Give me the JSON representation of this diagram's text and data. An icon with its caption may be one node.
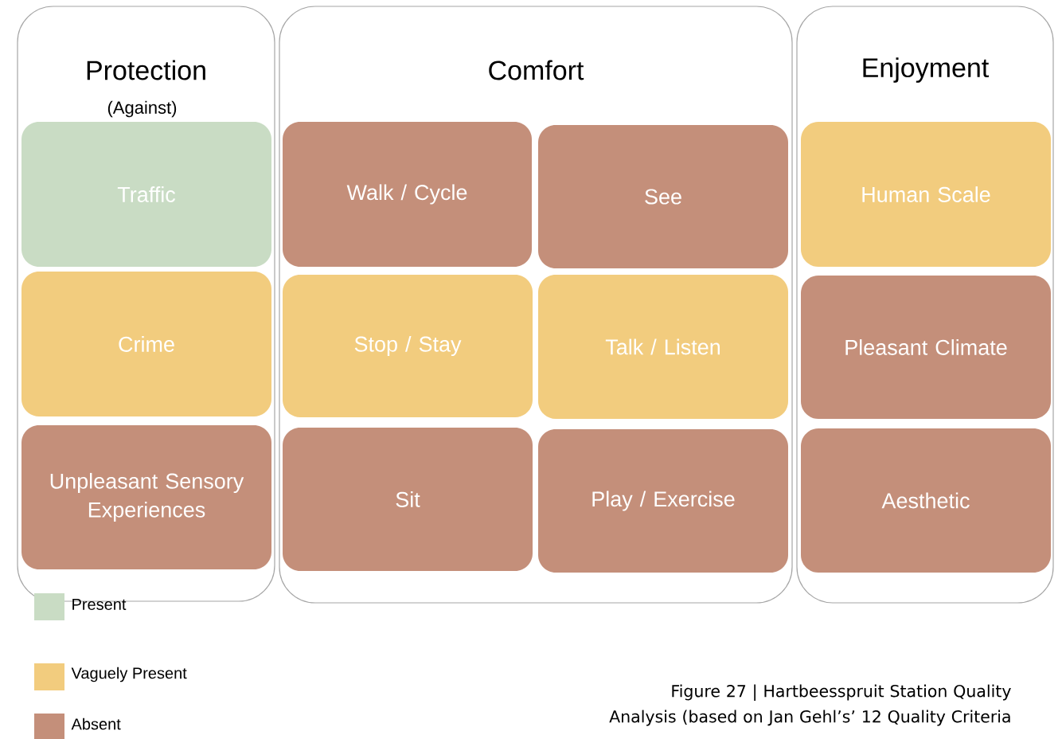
{
  "diagram": {
    "caption": "Figure 27 | Hartbeesspruit Station Quality Analysis (based on Jan Gehl’s’ 12 Quality Criteria",
    "nodes": [
      {
        "text": [
          "Protection",
          "(Against)"
        ]
      },
      {
        "text": [
          "Comfort"
        ]
      },
      {
        "text": [
          "Enjoyment"
        ]
      },
      {
        "text": [
          "Traffic"
        ],
        "in": 0
      },
      {
        "text": [
          "Crime"
        ],
        "in": 0
      },
      {
        "text": [
          "Unpleasant Sensory Experiences"
        ],
        "in": 0
      },
      {
        "text": [
          "Walk / Cycle"
        ],
        "in": 1
      },
      {
        "text": [
          "See"
        ],
        "in": 1
      },
      {
        "text": [
          "Stop / Stay"
        ],
        "in": 1
      },
      {
        "text": [
          "Talk / Listen"
        ],
        "in": 1
      },
      {
        "text": [
          "Sit"
        ],
        "in": 1
      },
      {
        "text": [
          "Play / Exercise"
        ],
        "in": 1
      },
      {
        "text": [
          "Human Scale"
        ],
        "in": 2
      },
      {
        "text": [
          "Pleasant Climate"
        ],
        "in": 2
      },
      {
        "text": [
          "Aesthetic"
        ],
        "in": 2
      }
    ],
    "legend": [
      {
        "text": "Present",
        "color": "#c9dcc4"
      },
      {
        "text": "Vaguely Present",
        "color": "#f2cc7e"
      },
      {
        "text": "Absent",
        "color": "#c48f7a"
      }
    ]
  }
}
